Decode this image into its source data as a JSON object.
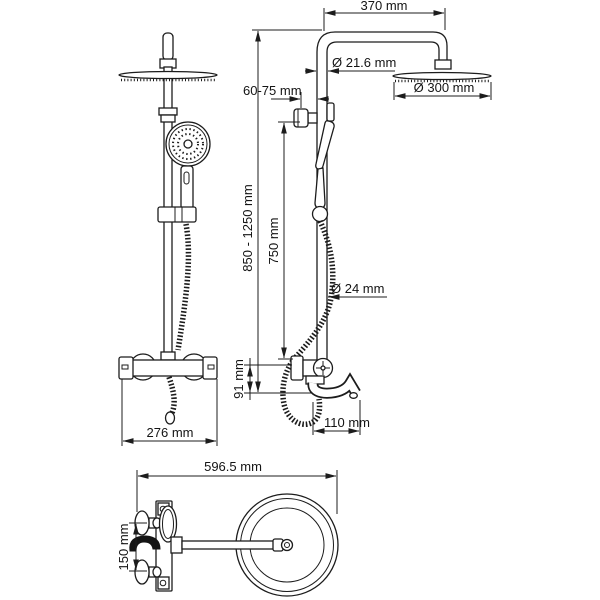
{
  "colors": {
    "line": "#1c1c1c",
    "background": "#ffffff"
  },
  "labels": {
    "front": {
      "mixer_width": "276 mm"
    },
    "side": {
      "arm_reach": "370 mm",
      "arm_pipe_diameter": "Ø 21.6 mm",
      "head_diameter": "Ø 300 mm",
      "wall_clearance": "60-75 mm",
      "overall_height": "850 - 1250 mm",
      "column_height": "750 mm",
      "column_diameter": "Ø 24 mm",
      "spout_drop": "91 mm",
      "spout_reach": "110 mm"
    },
    "top": {
      "overall_depth": "596.5 mm",
      "mixer_body_span": "150 mm"
    }
  }
}
